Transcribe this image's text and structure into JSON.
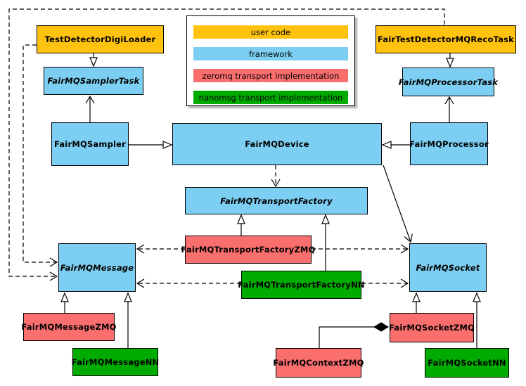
{
  "colors": {
    "user_code": "#FFC20E",
    "framework": "#7CCFF2",
    "zeromq": "#FA6E6E",
    "nanomsg": "#00AB00",
    "border": "#000000",
    "background": "#FFFFFF",
    "legend_shadow": "#B5B5B5"
  },
  "legend": {
    "items": [
      {
        "label": "user code",
        "role": "user_code"
      },
      {
        "label": "framework",
        "role": "framework"
      },
      {
        "label": "zeromq transport implementation",
        "role": "zeromq"
      },
      {
        "label": "nanomsg transport implementation",
        "role": "nanomsg"
      }
    ]
  },
  "nodes": {
    "testDetectorDigiLoader": {
      "label": "TestDetectorDigiLoader",
      "role": "user_code",
      "abstract": false
    },
    "fairTestDetectorMQRecoTask": {
      "label": "FairTestDetectorMQRecoTask",
      "role": "user_code",
      "abstract": false
    },
    "fairMQSamplerTask": {
      "label": "FairMQSamplerTask",
      "role": "framework",
      "abstract": true
    },
    "fairMQProcessorTask": {
      "label": "FairMQProcessorTask",
      "role": "framework",
      "abstract": true
    },
    "fairMQSampler": {
      "label": "FairMQSampler",
      "role": "framework",
      "abstract": false
    },
    "fairMQDevice": {
      "label": "FairMQDevice",
      "role": "framework",
      "abstract": false
    },
    "fairMQProcessor": {
      "label": "FairMQProcessor",
      "role": "framework",
      "abstract": false
    },
    "fairMQTransportFactory": {
      "label": "FairMQTransportFactory",
      "role": "framework",
      "abstract": true
    },
    "fairMQTransportFactoryZMQ": {
      "label": "FairMQTransportFactoryZMQ",
      "role": "zeromq",
      "abstract": false
    },
    "fairMQTransportFactoryNN": {
      "label": "FairMQTransportFactoryNN",
      "role": "nanomsg",
      "abstract": false
    },
    "fairMQMessage": {
      "label": "FairMQMessage",
      "role": "framework",
      "abstract": true
    },
    "fairMQSocket": {
      "label": "FairMQSocket",
      "role": "framework",
      "abstract": true
    },
    "fairMQMessageZMQ": {
      "label": "FairMQMessageZMQ",
      "role": "zeromq",
      "abstract": false
    },
    "fairMQMessageNN": {
      "label": "FairMQMessageNN",
      "role": "nanomsg",
      "abstract": false
    },
    "fairMQSocketZMQ": {
      "label": "FairMQSocketZMQ",
      "role": "zeromq",
      "abstract": false
    },
    "fairMQSocketNN": {
      "label": "FairMQSocketNN",
      "role": "nanomsg",
      "abstract": false
    },
    "fairMQContextZMQ": {
      "label": "FairMQContextZMQ",
      "role": "zeromq",
      "abstract": false
    }
  },
  "edges": [
    {
      "from": "TestDetectorDigiLoader",
      "to": "FairMQSamplerTask",
      "type": "inheritance"
    },
    {
      "from": "FairTestDetectorMQRecoTask",
      "to": "FairMQProcessorTask",
      "type": "inheritance"
    },
    {
      "from": "FairMQSampler",
      "to": "FairMQSamplerTask",
      "type": "association"
    },
    {
      "from": "FairMQProcessor",
      "to": "FairMQProcessorTask",
      "type": "association"
    },
    {
      "from": "FairMQSampler",
      "to": "FairMQDevice",
      "type": "inheritance"
    },
    {
      "from": "FairMQProcessor",
      "to": "FairMQDevice",
      "type": "inheritance"
    },
    {
      "from": "FairMQDevice",
      "to": "FairMQTransportFactory",
      "type": "dependency"
    },
    {
      "from": "FairMQDevice",
      "to": "FairMQSocket",
      "type": "association"
    },
    {
      "from": "FairMQTransportFactoryZMQ",
      "to": "FairMQTransportFactory",
      "type": "inheritance"
    },
    {
      "from": "FairMQTransportFactoryNN",
      "to": "FairMQTransportFactory",
      "type": "inheritance"
    },
    {
      "from": "FairMQTransportFactoryZMQ",
      "to": "FairMQMessage",
      "type": "dependency"
    },
    {
      "from": "FairMQTransportFactoryZMQ",
      "to": "FairMQSocket",
      "type": "dependency"
    },
    {
      "from": "FairMQTransportFactoryNN",
      "to": "FairMQMessage",
      "type": "dependency"
    },
    {
      "from": "FairMQTransportFactoryNN",
      "to": "FairMQSocket",
      "type": "dependency"
    },
    {
      "from": "TestDetectorDigiLoader",
      "to": "FairMQMessage",
      "type": "dependency"
    },
    {
      "from": "FairTestDetectorMQRecoTask",
      "to": "FairMQMessage",
      "type": "dependency"
    },
    {
      "from": "FairMQMessageZMQ",
      "to": "FairMQMessage",
      "type": "inheritance"
    },
    {
      "from": "FairMQMessageNN",
      "to": "FairMQMessage",
      "type": "inheritance"
    },
    {
      "from": "FairMQSocketZMQ",
      "to": "FairMQSocket",
      "type": "inheritance"
    },
    {
      "from": "FairMQSocketNN",
      "to": "FairMQSocket",
      "type": "inheritance"
    },
    {
      "from": "FairMQSocketZMQ",
      "to": "FairMQContextZMQ",
      "type": "composition"
    }
  ]
}
